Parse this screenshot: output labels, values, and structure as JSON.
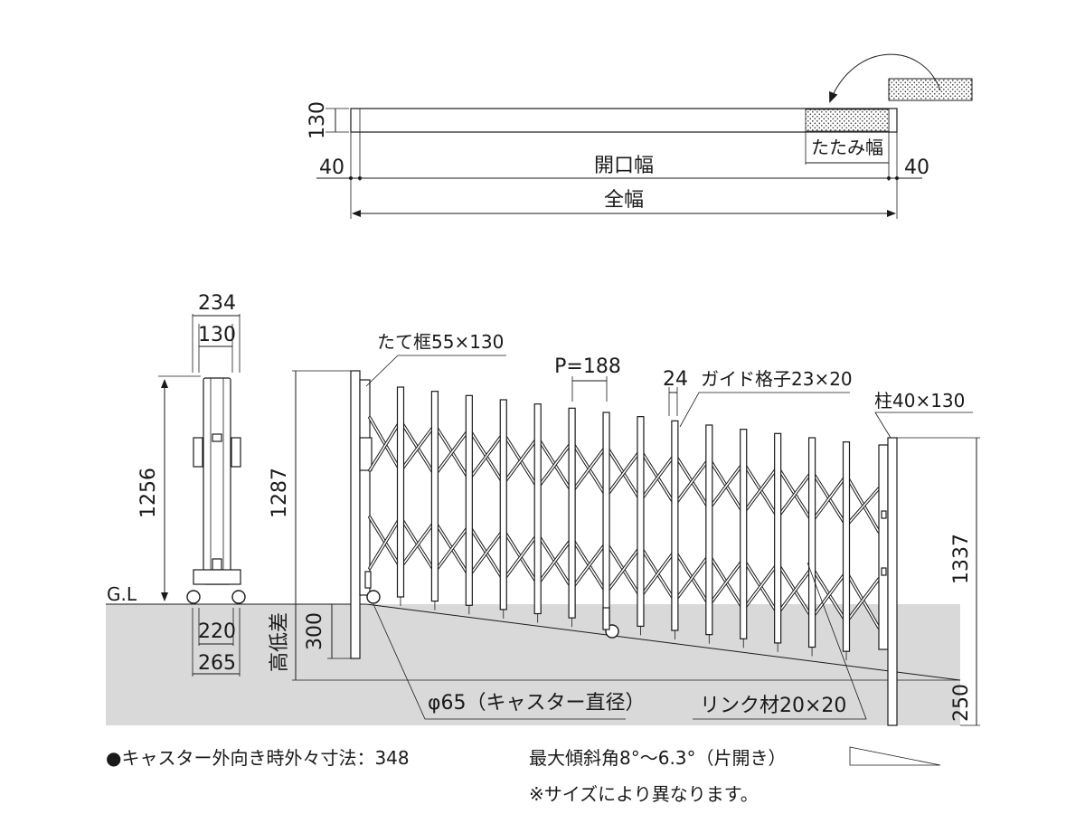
{
  "plan": {
    "depth": "130",
    "end_left": "40",
    "end_right": "40",
    "opening_width": "開口幅",
    "total_width": "全幅",
    "folded_width": "たたみ幅"
  },
  "side_view": {
    "width_outer": "234",
    "width_inner": "130",
    "height": "1256",
    "ground_label": "G.L",
    "base_inner": "220",
    "base_outer": "265"
  },
  "front_view": {
    "frame_label": "たて框55×130",
    "pitch_label": "P=188",
    "guide_width": "24",
    "guide_label": "ガイド格子23×20",
    "post_label": "柱40×130",
    "gate_height": "1287",
    "post_height": "1337",
    "level_diff_label": "高低差",
    "level_diff": "300",
    "caster_label": "φ65（キャスター直径）",
    "link_label": "リンク材20×20",
    "post_embed": "250"
  },
  "notes": {
    "caster_outward": "●キャスター外向き時外々寸法：348",
    "max_slope": "最大傾斜角8°～6.3°（片開き）",
    "varies": "※サイズにより異なります。"
  }
}
